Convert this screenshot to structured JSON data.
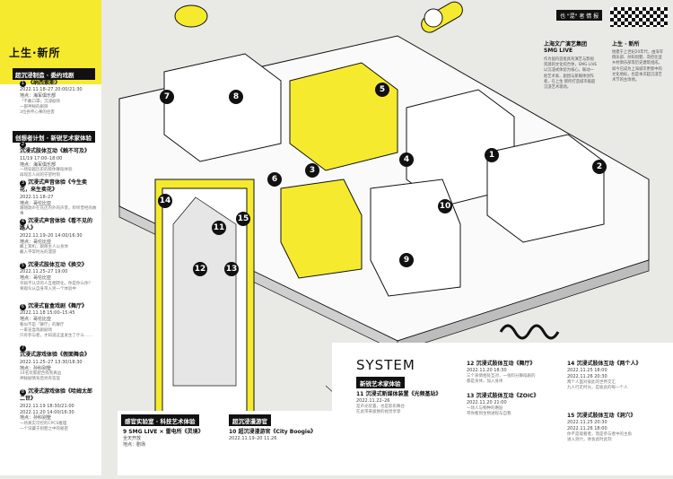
{
  "brand": "上生·新所",
  "sections": {
    "immersive": "超沉浸制造 · 委约戏剧",
    "create": "创想者计划 · 新锐艺术家体验",
    "lab": "感官实验室 · 科技艺术体验",
    "tour": "超沉浸漫游官",
    "new": "新锐艺术家体验"
  },
  "left_items": [
    {
      "num": "1",
      "title": "《纳西索斯》",
      "meta": "2022.11.18–27  20:00/21:30\n地点：海军俱乐部",
      "desc": "「不戴口罩」沉浸剧场\n一部神秘的剧目\n3位各怀心事的住客"
    },
    {
      "num": "2",
      "title": "沉浸式肢体互动《触不可及》",
      "meta": "11/19  17:00–18:00\n地点：海军俱乐部",
      "desc": "一场穿越历史的肢体舞蹈体验\n再现恋人间的守望时刻"
    },
    {
      "num": "3",
      "title": "沉浸式声音体验《今生卖花，来生卖花》",
      "meta": "2022.11.18–27\n地点：哥伦比亚",
      "desc": "跟随歌声在花店内外的声景，聆听曾经的故事"
    },
    {
      "num": "4",
      "title": "沉浸式声音体验《看不见的路人》",
      "meta": "2022.11.19–20  14:00/16:30\n地点：哥伦比亚",
      "desc": "戴上耳机，跟随主人公身体\n戴入平常时光的漫游"
    },
    {
      "num": "5",
      "title": "沉浸式肢体互动《换交》",
      "meta": "2022.11.25–27  19:00\n地点：哥伦比亚",
      "desc": "邻居不认识的人互相转化，你是你么你？\n将观众从自身带入另一个体验中"
    },
    {
      "num": "6",
      "title": "沉浸式盲盒戏剧《舞厅》",
      "meta": "2022.11.18  15:00–15:45\n地点：哥伦比亚",
      "desc": "看似不是「舞厅」的舞厅\n一家盲盒戏剧剧场\n只有参与者，才知道这里发生了什么……"
    },
    {
      "num": "7",
      "title": "沉浸式游戏体验《假面舞会》",
      "meta": "2022.11.25–27  13:30/18:30\n地点：孙科别墅",
      "desc": "14名玩家配合找到真凶\n神秘剧情背后另有答案"
    },
    {
      "num": "8",
      "title": "沉浸式游戏体验《哈姆太郎二世》",
      "meta": "2022.11.19  18:30/21:00\n2022.11.20  14:00/16:30\n地点：孙科别墅",
      "desc": "一场真实可控的CPCS推理\n一个深藏于别墅之中的秘密"
    }
  ],
  "lab_item": {
    "num": "9",
    "title": "SMG LIVE × 雷电所《灵境》",
    "meta": "全天开放\n地点：剧场"
  },
  "tour_item": {
    "num": "10",
    "title": "超沉浸漫游官《City Boogie》",
    "meta": "2022.11.19–20  11.26"
  },
  "system_label": "SYSTEM",
  "bottom_items": [
    {
      "num": "11",
      "title": "沉浸式新媒体装置《光频基站》",
      "meta": "2022.11.22–26",
      "desc": "是声光装置，也是影形舞台\n在此带来极致的视觉享受"
    },
    {
      "num": "12",
      "title": "沉浸式肢体互动《舞厅》",
      "meta": "2022.11.20  18:30",
      "desc": "三个表情相处互对，一张料分舞蹈剧的\n都是身体，加入身体"
    },
    {
      "num": "13",
      "title": "沉浸式肢体互动《ZOIC》",
      "meta": "2022.11.20  21:00",
      "desc": "一场人与物种的邂逅\n带你看到生物进程与自我"
    },
    {
      "num": "14",
      "title": "沉浸式肢体互动《两个人》",
      "meta": "2022.11.25  18:00\n2022.11.26  20:30",
      "desc": "两个人面对彼此的世界交汇\n九人行走时光，是彼此的每一个人"
    },
    {
      "num": "15",
      "title": "沉浸式肢体互动《洞穴》",
      "meta": "2022.11.25  20:30\n2022.11.26  18:00",
      "desc": "你不是观看者，而是参与者中的主角\n进入洞穴，体会此时此刻"
    }
  ],
  "intro": {
    "header": "也 \"混\" 者 情 报",
    "col1_title": "上海文广演艺集团\nSMG LIVE",
    "col1_body": "作为国内首批具有演艺与影视资源的文化综合体，SMG LIVE以沉浸式体验为核心，联动一批艺术家、剧团与新媒体创作者，在上生·新所打造城市级超沉浸艺术现场。",
    "col2_title": "上生 · 新所",
    "col2_body": "始建于上世纪20年代，由海军俱乐部、孙科别墅、哥伦比亚乡村俱乐部等历史建筑组成，如今已成为上海城市更新中的文化地标，也是本次超沉浸艺术节的主场地。"
  },
  "map_pins": [
    "1",
    "2",
    "3",
    "4",
    "5",
    "6",
    "7",
    "8",
    "9",
    "10",
    "11",
    "12",
    "13",
    "14",
    "15"
  ],
  "colors": {
    "accent": "#f6ea2e",
    "ink": "#111111",
    "bg": "#e9e9e6"
  }
}
